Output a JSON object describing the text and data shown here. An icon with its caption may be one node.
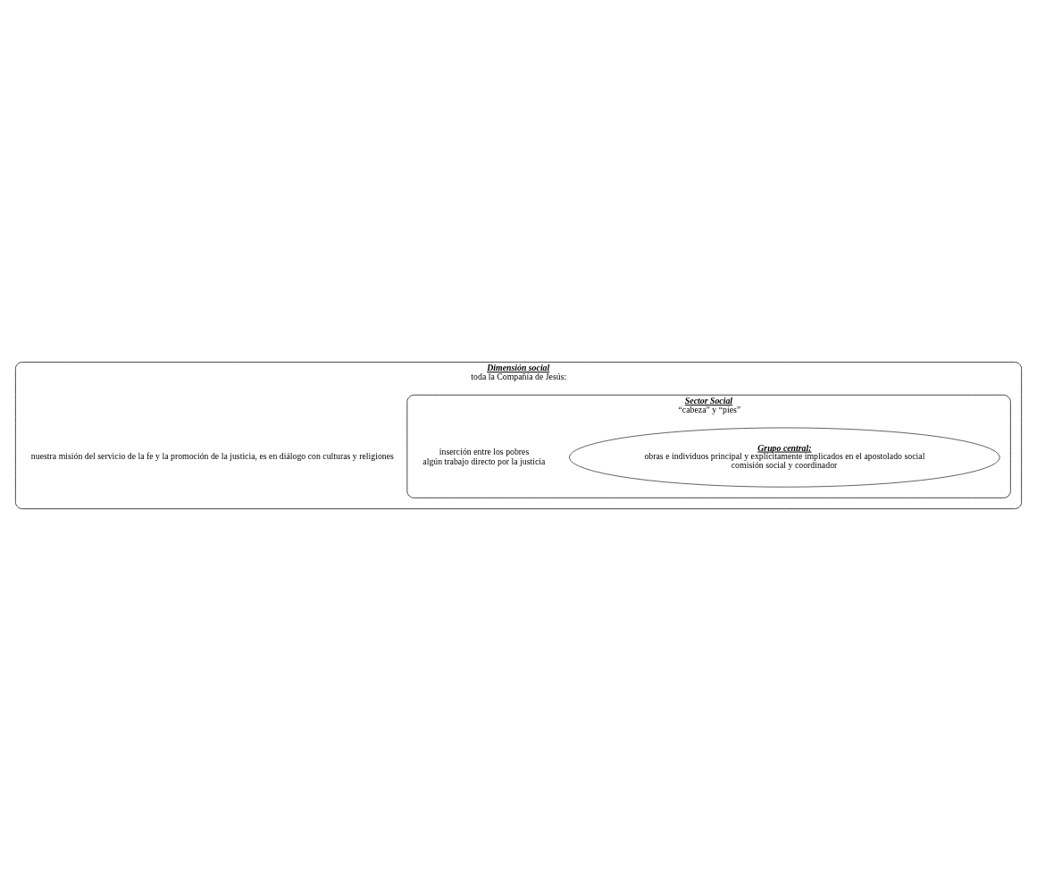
{
  "diagram": {
    "nodes": [
      {
        "text": [
          "Dimensión social",
          "toda la Compañía de Jesús:",
          "nuestra misión del servicio de la fe y la promoción de la justicia, es en diálogo con culturas y religiones"
        ]
      },
      {
        "text": [
          "Sector Social",
          "“cabeza” y “pies”",
          "inserción entre los pobres",
          "algún trabajo directo por la justicia"
        ],
        "in": 0
      },
      {
        "text": [
          "Grupo central:",
          "obras e individuos principal y explícitamente implicados en el apostolado social",
          "comisión social y coordinador"
        ],
        "in": 1
      }
    ],
    "edges": []
  }
}
